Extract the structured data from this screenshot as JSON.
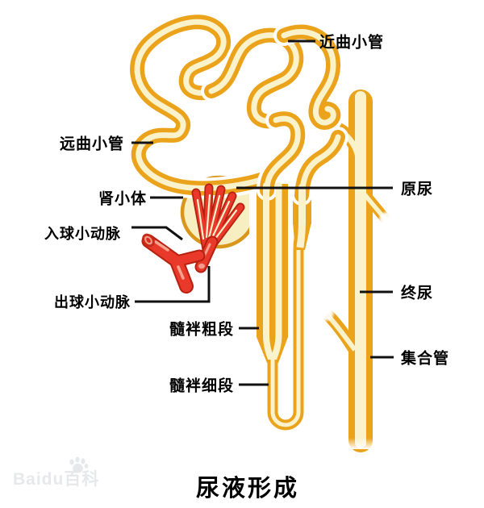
{
  "diagram": {
    "title": "尿液形成",
    "watermark": "Baidu百科",
    "labels": {
      "proximal_tubule": "近曲小管",
      "distal_tubule": "远曲小管",
      "renal_corpuscle": "肾小体",
      "afferent_arteriole": "入球小动脉",
      "efferent_arteriole": "出球小动脉",
      "loop_thick_segment": "髓袢粗段",
      "loop_thin_segment": "髓袢细段",
      "primary_urine": "原尿",
      "final_urine": "终尿",
      "collecting_duct": "集合管"
    },
    "colors": {
      "tube_orange": "#EBA31C",
      "tube_lumen_cream": "#F9F2CB",
      "capsule_fill": "#F7EFC2",
      "capsule_stroke": "#D8961B",
      "vessel_red": "#E8392A",
      "vessel_dark_red": "#B5200F",
      "vessel_highlight": "#F9A38F",
      "pointer_line": "#111111",
      "label_text": "#000000"
    }
  }
}
